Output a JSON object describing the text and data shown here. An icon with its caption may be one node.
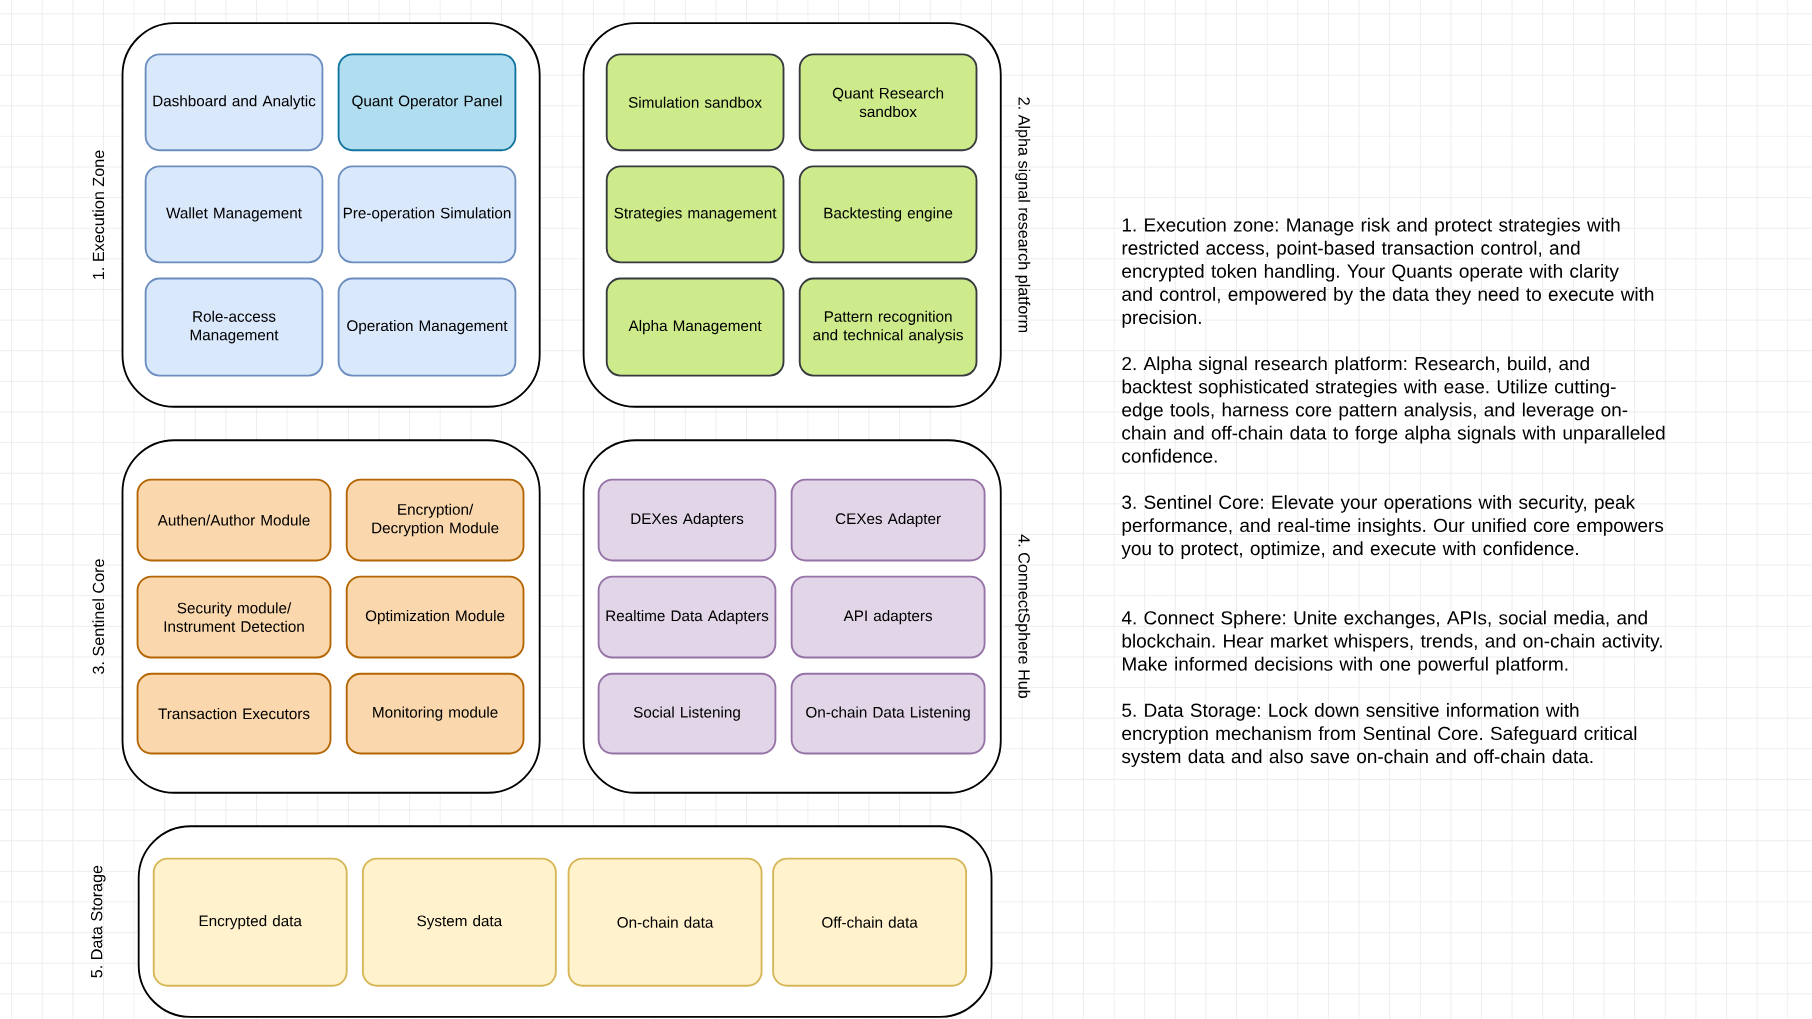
{
  "diagram": {
    "nodes": [
      {
        "text": [
          "1. Execution Zone"
        ]
      },
      {
        "text": [
          "Dashboard and Analytic"
        ],
        "in": 0
      },
      {
        "text": [
          "Quant Operator Panel"
        ],
        "in": 0
      },
      {
        "text": [
          "Wallet Management"
        ],
        "in": 0
      },
      {
        "text": [
          "Pre-operation Simulation"
        ],
        "in": 0
      },
      {
        "text": [
          "Role-access Management"
        ],
        "in": 0
      },
      {
        "text": [
          "Operation Management"
        ],
        "in": 0
      },
      {
        "text": [
          "2. Alpha signal research platform"
        ]
      },
      {
        "text": [
          "Simulation sandbox"
        ],
        "in": 7
      },
      {
        "text": [
          "Quant Research sandbox"
        ],
        "in": 7
      },
      {
        "text": [
          "Strategies management"
        ],
        "in": 7
      },
      {
        "text": [
          "Backtesting engine"
        ],
        "in": 7
      },
      {
        "text": [
          "Alpha Management"
        ],
        "in": 7
      },
      {
        "text": [
          "Pattern recognition and technical analysis"
        ],
        "in": 7
      },
      {
        "text": [
          "3. Sentinel Core"
        ]
      },
      {
        "text": [
          "Authen/Author Module"
        ],
        "in": 14
      },
      {
        "text": [
          "Encryption/ Decryption Module"
        ],
        "in": 14
      },
      {
        "text": [
          "Security module/ Instrument Detection"
        ],
        "in": 14
      },
      {
        "text": [
          "Optimization Module"
        ],
        "in": 14
      },
      {
        "text": [
          "Transaction Executors"
        ],
        "in": 14
      },
      {
        "text": [
          "Monitoring module"
        ],
        "in": 14
      },
      {
        "text": [
          "4. ConnectSphere Hub"
        ]
      },
      {
        "text": [
          "DEXes Adapters"
        ],
        "in": 21
      },
      {
        "text": [
          "CEXes Adapter"
        ],
        "in": 21
      },
      {
        "text": [
          "Realtime Data Adapters"
        ],
        "in": 21
      },
      {
        "text": [
          "API adapters"
        ],
        "in": 21
      },
      {
        "text": [
          "Social Listening"
        ],
        "in": 21
      },
      {
        "text": [
          "On-chain Data Listening"
        ],
        "in": 21
      },
      {
        "text": [
          "5. Data Storage"
        ]
      },
      {
        "text": [
          "Encrypted data"
        ],
        "in": 28
      },
      {
        "text": [
          "System data"
        ],
        "in": 28
      },
      {
        "text": [
          "On-chain data"
        ],
        "in": 28
      },
      {
        "text": [
          "Off-chain data"
        ],
        "in": 28
      }
    ],
    "labels": [
      "1. Execution zone: Manage risk and protect strategies with restricted access, point-based transaction control, and encrypted token handling. Your Quants operate with clarity and control, empowered by the data they need to execute with precision.",
      "2. Alpha signal research platform: Research, build, and backtest sophisticated strategies with ease. Utilize cutting-edge tools, harness core pattern analysis, and leverage on-chain and off-chain data to forge alpha signals with unparalleled confidence.",
      "3. Sentinel Core: Elevate your operations with security, peak performance, and real-time insights. Our unified core empowers you to protect, optimize, and execute with confidence.",
      "4. Connect Sphere: Unite exchanges, APIs, social media, and blockchain. Hear market whispers, trends, and on-chain activity. Make informed decisions with one powerful platform.",
      "5. Data Storage: Lock down sensitive information with encryption mechanism from Sentinal Core. Safeguard critical system data and also save on-chain and off-chain data."
    ]
  }
}
